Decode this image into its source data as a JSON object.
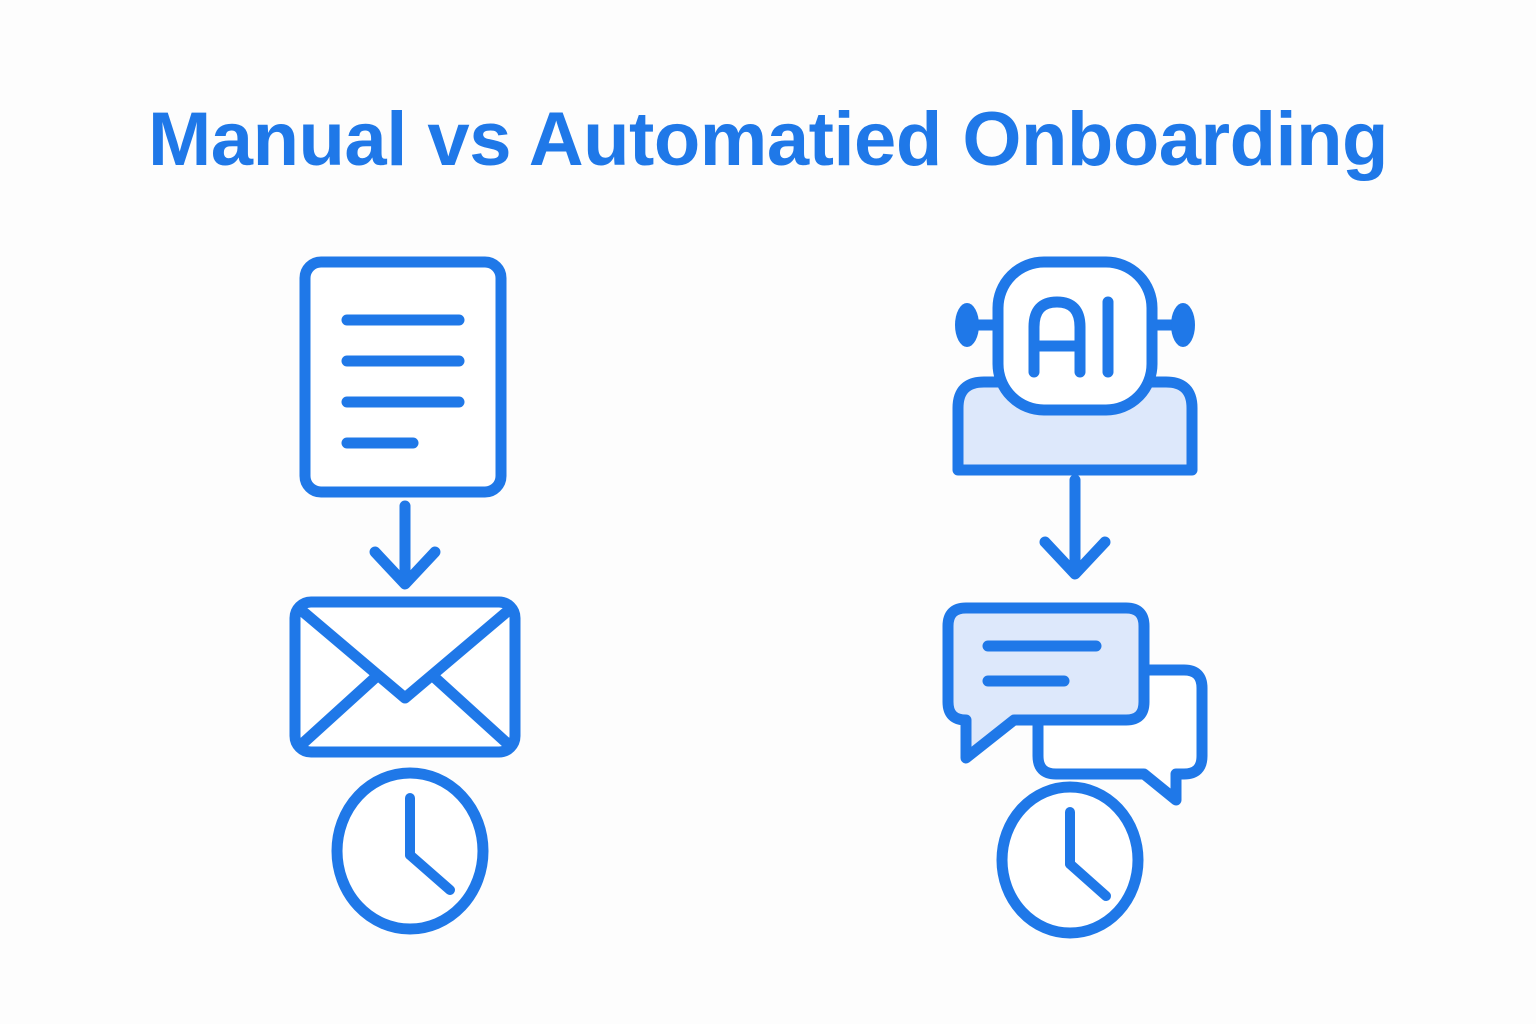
{
  "page": {
    "title": "Manual vs Automatied Onboarding",
    "background_color": "#fdfdfd"
  },
  "colors": {
    "stroke": "#1f78e8",
    "accent": "#2277e0",
    "fill_light": "#dde8fb",
    "fill_white": "#ffffff"
  },
  "columns": [
    {
      "id": "manual",
      "name": "manual-flow",
      "steps": [
        {
          "icon": "document-icon",
          "label": "Document",
          "lines": 4
        },
        {
          "icon": "arrow-down-icon",
          "label": "Arrow Down"
        },
        {
          "icon": "envelope-icon",
          "label": "Envelope"
        },
        {
          "icon": "clock-icon",
          "label": "Clock"
        }
      ]
    },
    {
      "id": "automated",
      "name": "automated-flow",
      "steps": [
        {
          "icon": "ai-robot-icon",
          "label": "AI Robot",
          "badge_text": "AI"
        },
        {
          "icon": "arrow-down-icon",
          "label": "Arrow Down"
        },
        {
          "icon": "chat-bubbles-icon",
          "label": "Chat Bubbles",
          "lines": 2
        },
        {
          "icon": "clock-icon",
          "label": "Clock"
        }
      ]
    }
  ]
}
